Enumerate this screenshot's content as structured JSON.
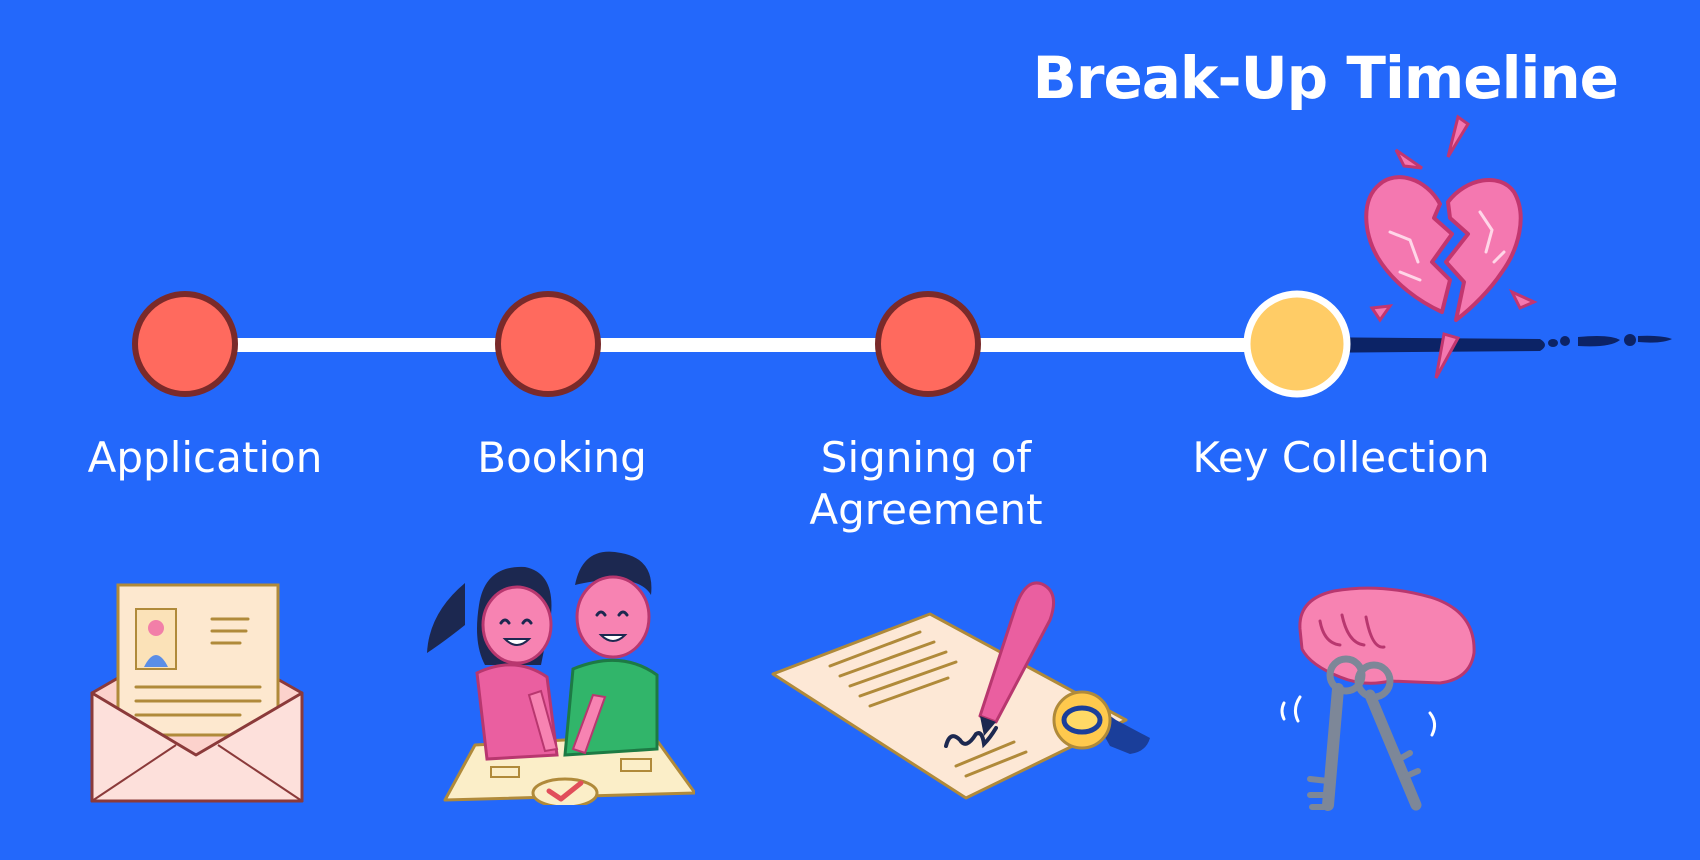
{
  "title": "Break-Up Timeline",
  "colors": {
    "background": "#2368fb",
    "line": "#ffffff",
    "stage_fill": "#ff6a5e",
    "stage_stroke": "#7a2a2a",
    "current_fill": "#ffcc66",
    "current_stroke": "#ffffff",
    "broken_line": "#0c2366",
    "heart": "#f478b0"
  },
  "stages": [
    {
      "label_lines": [
        "Application"
      ],
      "icon": "envelope-icon",
      "state": "done"
    },
    {
      "label_lines": [
        "Booking"
      ],
      "icon": "couple-icon",
      "state": "done"
    },
    {
      "label_lines": [
        "Signing of",
        "Agreement"
      ],
      "icon": "contract-icon",
      "state": "done"
    },
    {
      "label_lines": [
        "Key Collection"
      ],
      "icon": "keys-icon",
      "state": "current"
    }
  ],
  "break_icon": "broken-heart-icon"
}
